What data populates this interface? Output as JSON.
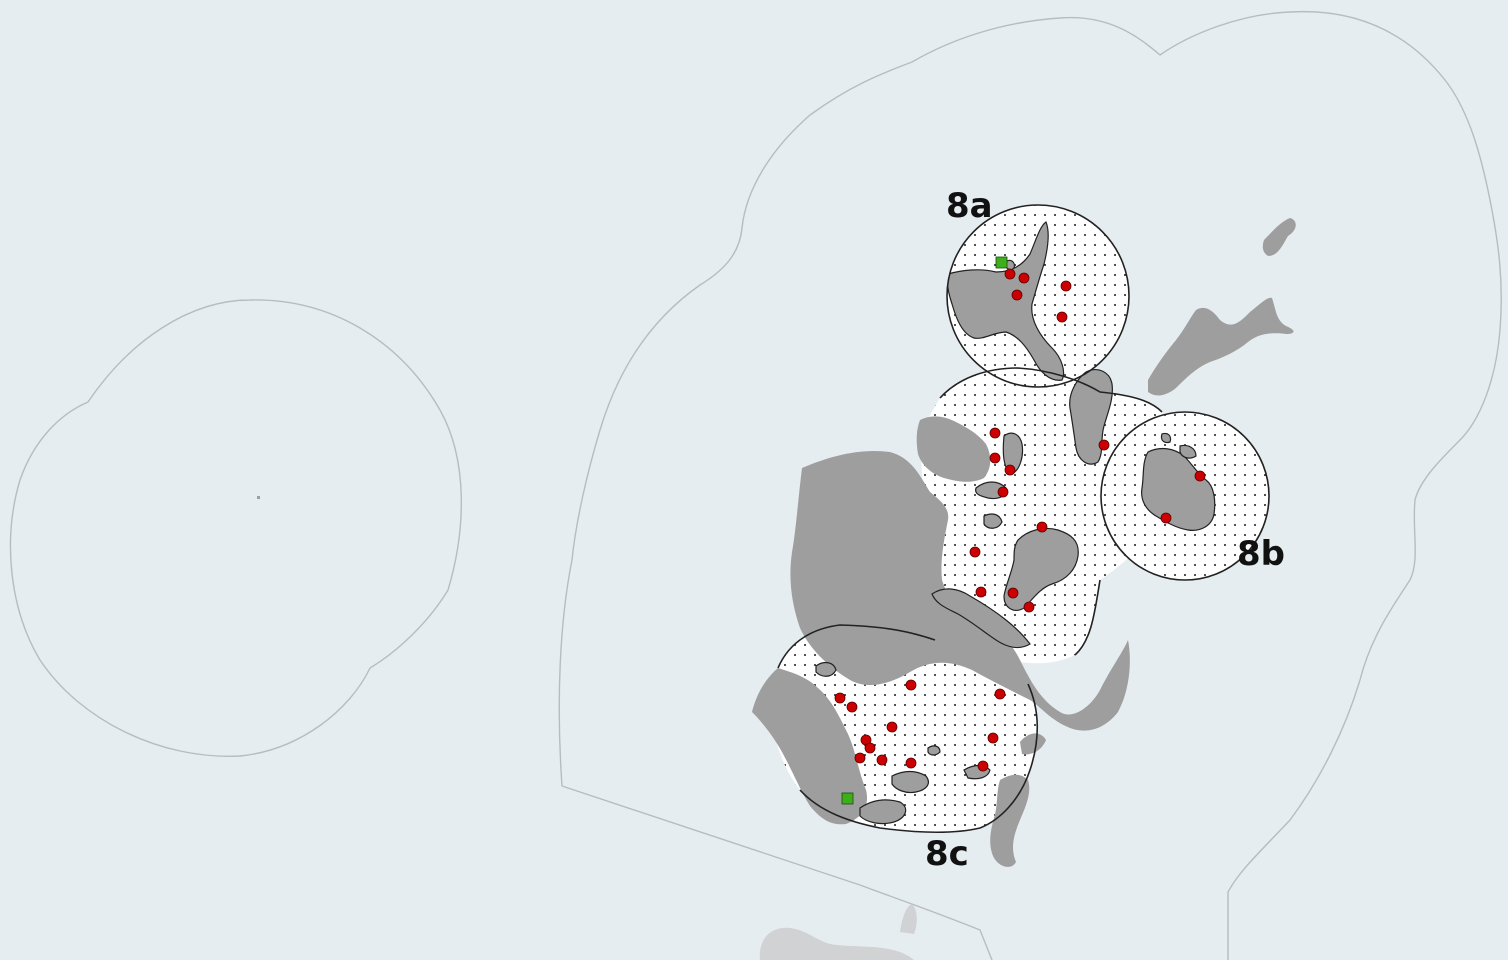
{
  "map": {
    "labels": {
      "zone_a": "8a",
      "zone_b": "8b",
      "zone_c": "8c"
    },
    "colors": {
      "sea": "#e6edf0",
      "land": "#9e9e9e",
      "boundary": "#b6bcbf",
      "zone_outline": "#222222",
      "site_circle": "#cc0000",
      "site_square": "#3fae1c"
    },
    "markers": {
      "circle_symbol": "red-circle",
      "square_symbol": "green-square"
    }
  }
}
